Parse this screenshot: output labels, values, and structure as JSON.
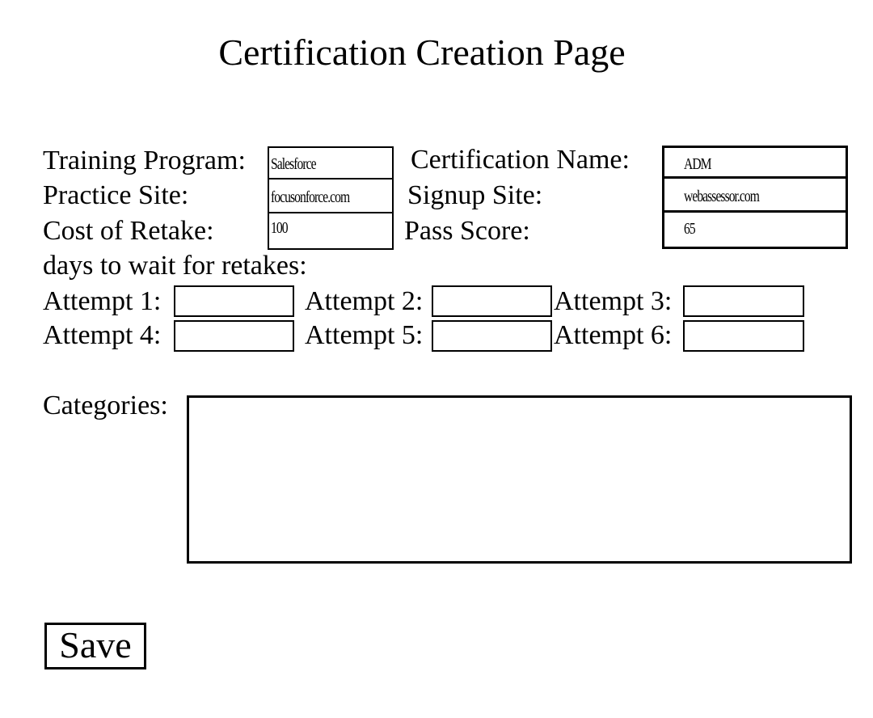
{
  "page": {
    "title": "Certification Creation Page"
  },
  "fields": {
    "training_program": {
      "label": "Training Program:",
      "value": "Salesforce"
    },
    "practice_site": {
      "label": "Practice Site:",
      "value": "focusonforce.com"
    },
    "cost_of_retake": {
      "label": "Cost of Retake:",
      "value": "100"
    },
    "certification_name": {
      "label": "Certification Name:",
      "value": "ADM"
    },
    "signup_site": {
      "label": "Signup Site:",
      "value": "webassessor.com"
    },
    "pass_score": {
      "label": "Pass Score:",
      "value": "65"
    }
  },
  "retakes": {
    "heading": "days to wait for retakes:",
    "attempts": [
      {
        "label": "Attempt 1:",
        "value": ""
      },
      {
        "label": "Attempt 2:",
        "value": ""
      },
      {
        "label": "Attempt 3:",
        "value": ""
      },
      {
        "label": "Attempt 4:",
        "value": ""
      },
      {
        "label": "Attempt 5:",
        "value": ""
      },
      {
        "label": "Attempt 6:",
        "value": ""
      }
    ]
  },
  "categories": {
    "label": "Categories:",
    "value": ""
  },
  "actions": {
    "save_label": "Save"
  }
}
